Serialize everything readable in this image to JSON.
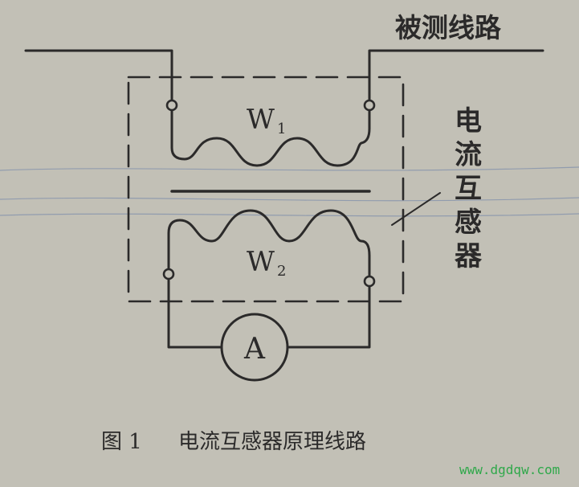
{
  "labels": {
    "line_under_test": "被测线路",
    "transformer_label": [
      "电",
      "流",
      "互",
      "感",
      "器"
    ],
    "primary_winding": {
      "main": "W",
      "sub": "1"
    },
    "secondary_winding": {
      "main": "W",
      "sub": "2"
    },
    "ammeter": "A"
  },
  "caption": {
    "number": "图 1",
    "text": "电流互感器原理线路"
  },
  "watermark": "www.dgdqw.com",
  "colors": {
    "paper": "#c2c0b6",
    "ink": "#2b2a2a",
    "watermark": "#2fa84a",
    "ruled_line": "#6a7fa8"
  }
}
